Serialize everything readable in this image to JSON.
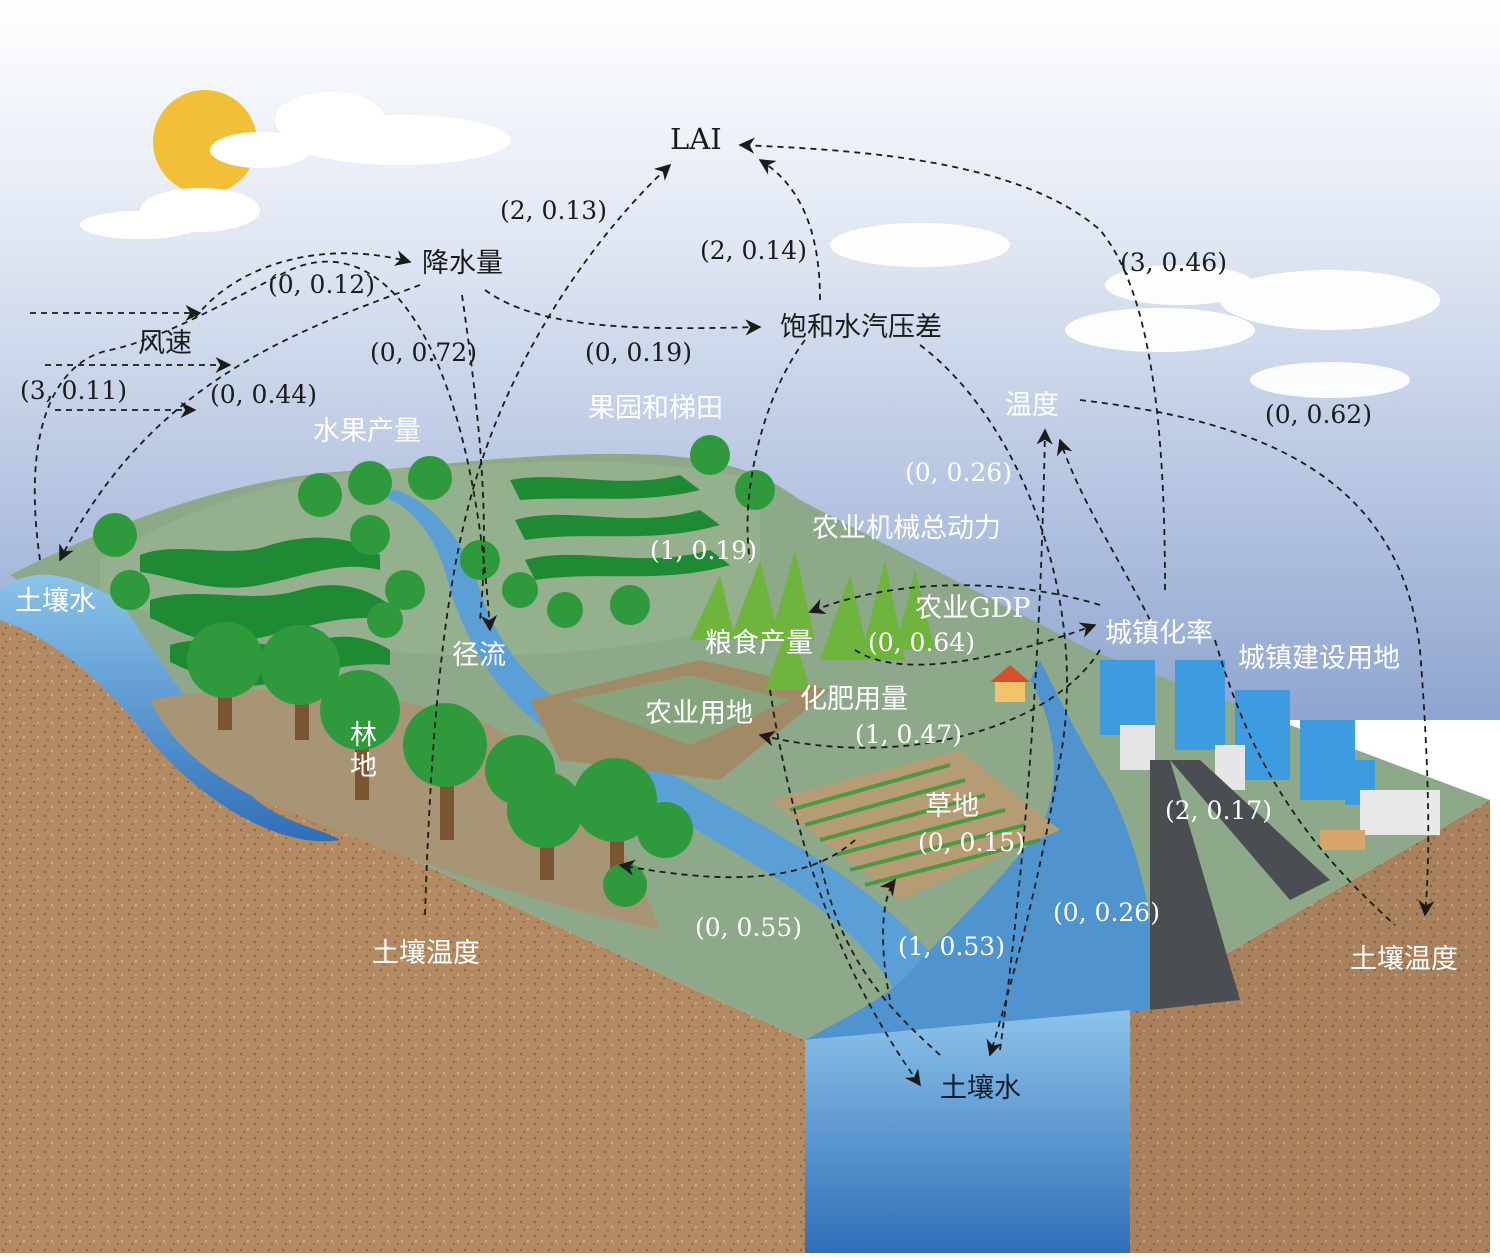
{
  "labels": {
    "lai": "LAI",
    "precipitation": "降水量",
    "wind_speed": "风速",
    "vpd": "饱和水汽压差",
    "temperature": "温度",
    "fruit_yield": "水果产量",
    "orchard_terrace": "果园和梯田",
    "soil_water_left": "土壤水",
    "soil_water_bottom": "土壤水",
    "runoff": "径流",
    "forest": "林地",
    "soil_temp_left": "土壤温度",
    "soil_temp_right": "土壤温度",
    "farm_machinery": "农业机械总动力",
    "ag_gdp": "农业GDP",
    "grain_yield": "粮食产量",
    "fertilizer": "化肥用量",
    "farmland": "农业用地",
    "grassland": "草地",
    "urbanization": "城镇化率",
    "urban_land": "城镇建设用地"
  },
  "edge_labels": {
    "e_2_013": "(2, 0.13)",
    "e_2_014": "(2, 0.14)",
    "e_3_046": "(3, 0.46)",
    "e_0_012": "(0, 0.12)",
    "e_0_072": "(0, 0.72)",
    "e_0_019": "(0, 0.19)",
    "e_3_011": "(3, 0.11)",
    "e_0_044": "(0, 0.44)",
    "e_0_062": "(0, 0.62)",
    "e_0_026_top": "(0, 0.26)",
    "e_1_019": "(1, 0.19)",
    "e_0_064": "(0, 0.64)",
    "e_1_047": "(1, 0.47)",
    "e_0_015": "(0, 0.15)",
    "e_2_017": "(2, 0.17)",
    "e_0_055": "(0, 0.55)",
    "e_1_053": "(1, 0.53)",
    "e_0_026_bottom": "(0, 0.26)"
  },
  "colors": {
    "sky_top": "#ffffff",
    "sky_bottom": "#8fa5d0",
    "soil": "#b48a62",
    "soil_dark": "#8d6a4a",
    "surface": "#8ea98a",
    "water": "#5a9fd6",
    "tree": "#2f9a3b",
    "terrace": "#1f8a34",
    "building": "#3d9be0",
    "sun": "#f2c036",
    "arrow": "#1b1b1b"
  }
}
